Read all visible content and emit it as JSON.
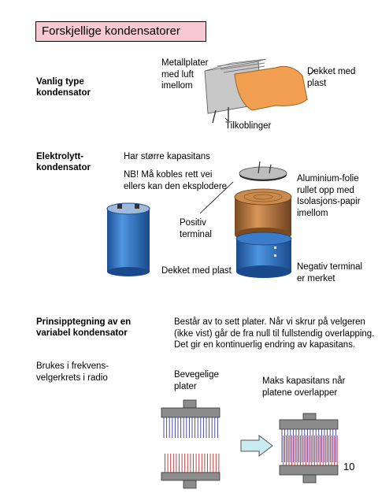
{
  "title": "Forskjellige kondensatorer",
  "section1": {
    "heading": [
      "Vanlig type",
      "kondensator"
    ],
    "label_plates": [
      "Metallplater",
      "med luft",
      "imellom"
    ],
    "label_covered": [
      "Dekket med",
      "plast"
    ],
    "label_connections": "Tilkoblinger"
  },
  "section2": {
    "heading": [
      "Elektrolytt-",
      "kondensator"
    ],
    "note_capacity": "Har større kapasitans",
    "note_warning": [
      "NB! Må kobles rett vei",
      "ellers kan den eksplodere"
    ],
    "label_positive": [
      "Positiv",
      "terminal"
    ],
    "label_covered": "Dekket med plast",
    "label_foil": [
      "Aluminium-folie",
      "rullet opp med",
      "Isolasjons-papir",
      "imellom"
    ],
    "label_negative": [
      "Negativ terminal",
      "er merket"
    ]
  },
  "section3": {
    "heading": [
      "Prinsipptegning av en",
      "variabel kondensator"
    ],
    "description": [
      "Består av to sett plater. Når vi skrur på velgeren",
      "(ikke vist) går de fra null til fullstendig overlapping.",
      "Det gir en kontinuerlig endring av kapasitans."
    ],
    "usage": [
      "Brukes i frekvens-",
      "velgerkrets i radio"
    ],
    "label_movable": [
      "Bevegelige",
      "plater"
    ],
    "label_max": [
      "Maks kapasitans når",
      "platene overlapper"
    ]
  },
  "page_number": "10",
  "colors": {
    "title_bg": "#f7c9d2",
    "capacitor_blue": "#2f6fc0",
    "copper": "#b8743a",
    "plate_gray": "#8c8c8c",
    "arrow_fill": "#c8ecf0"
  }
}
